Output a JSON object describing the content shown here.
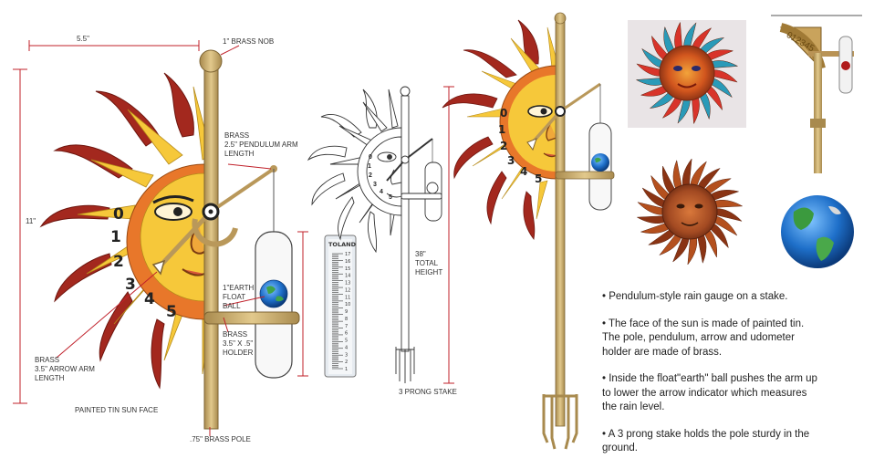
{
  "labels": {
    "width": "5.5\"",
    "nob": "1\" BRASS NOB",
    "height": "11\"",
    "pendulum": "BRASS\n2.5\" PENDULUM ARM\nLENGTH",
    "float": "1\"EARTH\nFLOAT\nBALL",
    "holder": "BRASS\n3.5\" X .5\"\nHOLDER",
    "arrow": "BRASS\n3.5\" ARROW ARM\nLENGTH",
    "sunface": "PAINTED TIN SUN FACE",
    "pole": ".75\" BRASS POLE",
    "total_height": "38\"\nTOTAL\nHEIGHT",
    "stake": "3 PRONG STAKE"
  },
  "gauge_numbers": [
    "0",
    "1",
    "2",
    "3",
    "4",
    "5"
  ],
  "tube_brand": "TOLAND",
  "tube_scale": [
    "17",
    "16",
    "15",
    "14",
    "13",
    "12",
    "11",
    "10",
    "9",
    "8",
    "7",
    "6",
    "5",
    "4",
    "3",
    "2",
    "1"
  ],
  "bullets": [
    "• Pendulum-style  rain gauge on a stake.",
    "• The face of the sun is made of painted tin. The pole, pendulum, arrow and udometer holder are made of brass.",
    "• Inside the float\"earth\" ball pushes the arm up to lower the arrow indicator which measures the rain level.",
    "• A 3 prong stake holds the pole sturdy in the ground."
  ],
  "photo_dial_numbers": "012345",
  "colors": {
    "sun_orange": "#e8772a",
    "sun_yellow": "#f6c83a",
    "flame_red": "#a3281e",
    "brass": "#c8a96a",
    "dim_red": "#c0202a"
  }
}
